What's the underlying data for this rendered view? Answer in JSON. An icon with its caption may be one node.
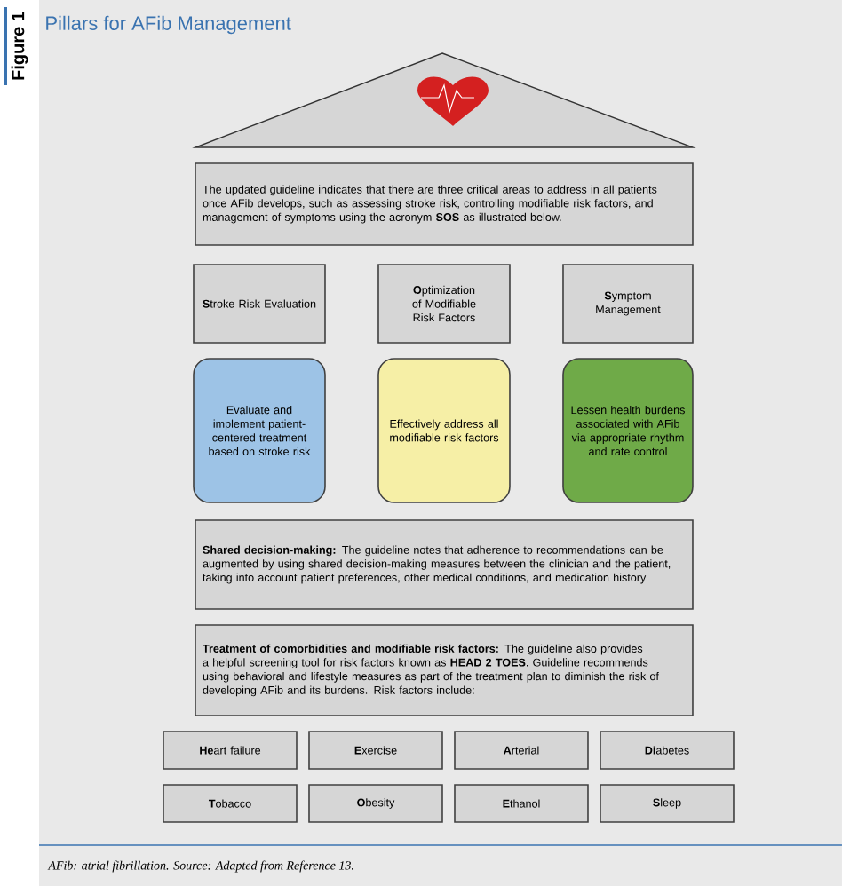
{
  "diagram": {
    "title": "Pillars for AFib Management",
    "caption": "AFib: atrial fibrillation. Source: Adapted from Reference 13.",
    "nodes": [
      {
        "text": [
          "The updated guideline indicates that there are three critical areas to address in all patients once AFib develops, such as assessing stroke risk, controlling modifiable risk factors, and management of symptoms using the acronym **SOS** as illustrated below."
        ]
      },
      {
        "text": [
          "**S**troke Risk Evaluation"
        ]
      },
      {
        "text": [
          "**O**ptimization of Modifiable Risk Factors"
        ]
      },
      {
        "text": [
          "**S**ymptom Management"
        ]
      },
      {
        "text": [
          "Evaluate and implement patient-centered treatment based on stroke risk"
        ]
      },
      {
        "text": [
          "Effectively address all modifiable risk factors"
        ]
      },
      {
        "text": [
          "Lessen health burdens associated with AFib via appropriate rhythm and rate control"
        ]
      },
      {
        "text": [
          "**Shared decision-making:** The guideline notes that adherence to recommendations can be augmented by using shared decision-making measures between the clinician and the patient, taking into account patient preferences, other medical conditions, and medication history"
        ]
      },
      {
        "text": [
          "**Treatment of comorbidities and modifiable risk factors:** The guideline also provides a helpful screening tool for risk factors known as **HEAD 2 TOES**. Guideline recommends using behavioral and lifestyle measures as part of the treatment plan to diminish the risk of developing AFib and its burdens. Risk factors include:"
        ]
      },
      {
        "text": [
          "**He**art failure"
        ]
      },
      {
        "text": [
          "**E**xercise"
        ]
      },
      {
        "text": [
          "**A**rterial"
        ]
      },
      {
        "text": [
          "**Di**abetes"
        ]
      },
      {
        "text": [
          "**T**obacco"
        ]
      },
      {
        "text": [
          "**O**besity"
        ]
      },
      {
        "text": [
          "**E**thanol"
        ]
      },
      {
        "text": [
          "**S**leep"
        ]
      }
    ],
    "labels": [
      "Figure 1"
    ]
  }
}
